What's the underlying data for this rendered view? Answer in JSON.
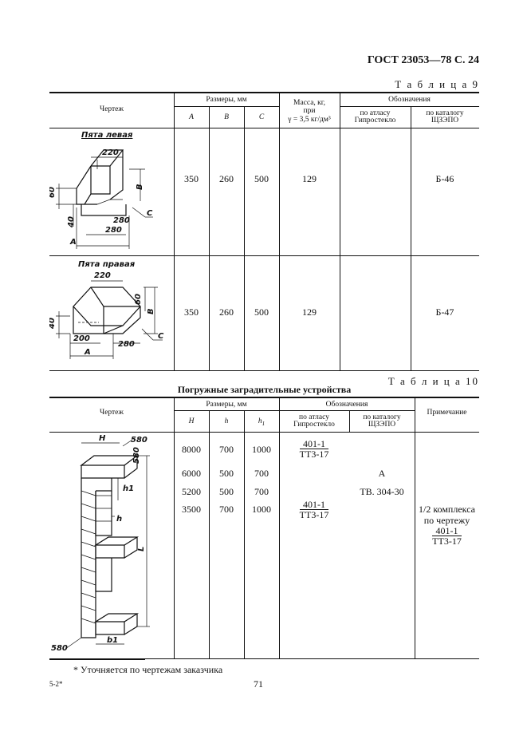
{
  "header": {
    "title": "ГОСТ 23053—78 С. 24"
  },
  "table9": {
    "label": "Т а б л и ц а 9",
    "headers": {
      "drawing": "Чертеж",
      "dimensions": "Размеры, мм",
      "A": "A",
      "B": "B",
      "C": "C",
      "mass_line1": "Масса, кг,",
      "mass_line2": "при",
      "mass_line3": "γ = 3,5 кг/дм³",
      "designations": "Обозначения",
      "atlas_line1": "по атласу",
      "atlas_line2": "Гипростекло",
      "catalog_line1": "по каталогу",
      "catalog_line2": "ЩЗЭПО"
    },
    "rows": [
      {
        "drawing_caption": "Пята левая",
        "A": "350",
        "B": "260",
        "C": "500",
        "mass": "129",
        "atlas": "",
        "catalog": "Б-46",
        "dim_labels": {
          "top": "220",
          "left": "60",
          "low": "40",
          "mid": "280",
          "bottom": "280",
          "A": "A",
          "B": "B",
          "C": "C"
        }
      },
      {
        "drawing_caption": "Пята правая",
        "A": "350",
        "B": "260",
        "C": "500",
        "mass": "129",
        "atlas": "",
        "catalog": "Б-47",
        "dim_labels": {
          "top": "220",
          "right": "60",
          "left": "40",
          "bl": "200",
          "br": "280",
          "A": "A",
          "B": "B",
          "C": "C"
        }
      }
    ]
  },
  "table10": {
    "label": "Т а б л и ц а 10",
    "subtitle": "Погружные заградительные устройства",
    "headers": {
      "drawing": "Чертеж",
      "dimensions": "Размеры, мм",
      "H": "H",
      "h": "h",
      "h1": "h",
      "h1_sub": "1",
      "designations": "Обозначения",
      "atlas_line1": "по атласу",
      "atlas_line2": "Гипростекло",
      "catalog_line1": "по каталогу",
      "catalog_line2": "ЩЗЭПО",
      "note": "Примечание"
    },
    "rows": [
      {
        "H": "8000",
        "h": "700",
        "h1": "1000",
        "atlas_num": "401-1",
        "atlas_den": "ТТ3-17",
        "catalog": "",
        "note": ""
      },
      {
        "H": "6000",
        "h": "500",
        "h1": "700",
        "atlas_num": "",
        "atlas_den": "",
        "catalog": "А",
        "note": ""
      },
      {
        "H": "5200",
        "h": "500",
        "h1": "700",
        "atlas_num": "",
        "atlas_den": "",
        "catalog": "ТВ. 304-30",
        "note": ""
      },
      {
        "H": "3500",
        "h": "700",
        "h1": "1000",
        "atlas_num": "401-1",
        "atlas_den": "ТТ3-17",
        "catalog": "",
        "note_line1": "1/2 комплекса",
        "note_line2": "по чертежу",
        "note_num": "401-1",
        "note_den": "ТТ3-17"
      }
    ],
    "drawing_labels": {
      "H": "H",
      "top_right": "580",
      "side": "580",
      "h1": "h1",
      "h": "h",
      "L": "L",
      "b1": "b1",
      "bottom_left": "580"
    }
  },
  "footnote": "* Уточняется по чертежам заказчика",
  "footer": {
    "left": "5-2*",
    "page": "71"
  }
}
